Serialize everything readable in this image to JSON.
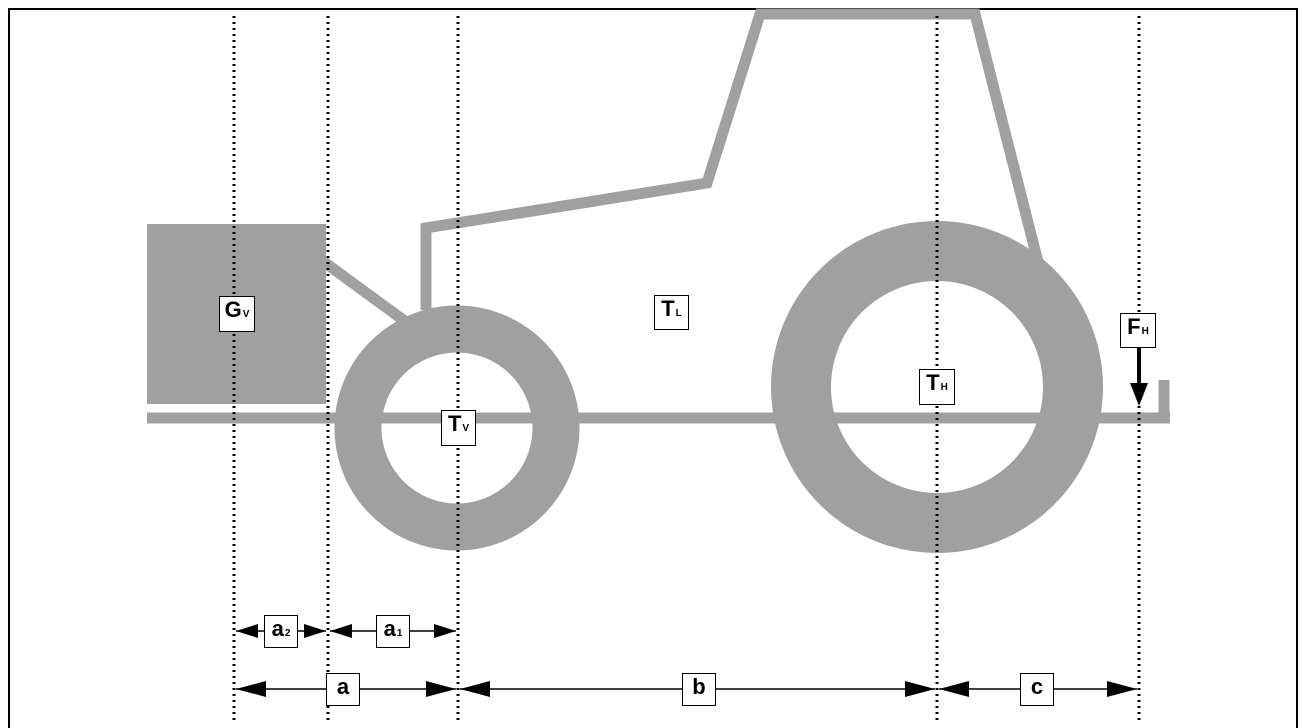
{
  "colors": {
    "tractor": "#a0a0a0",
    "line": "#000000",
    "background": "#ffffff"
  },
  "labels": {
    "gv": {
      "main": "G",
      "sub": "V"
    },
    "tv": {
      "main": "T",
      "sub": "V"
    },
    "tl": {
      "main": "T",
      "sub": "L"
    },
    "th": {
      "main": "T",
      "sub": "H"
    },
    "fh": {
      "main": "F",
      "sub": "H"
    },
    "a2": {
      "main": "a",
      "sub": "2"
    },
    "a1": {
      "main": "a",
      "sub": "1"
    },
    "a": {
      "main": "a"
    },
    "b": {
      "main": "b"
    },
    "c": {
      "main": "c"
    }
  }
}
